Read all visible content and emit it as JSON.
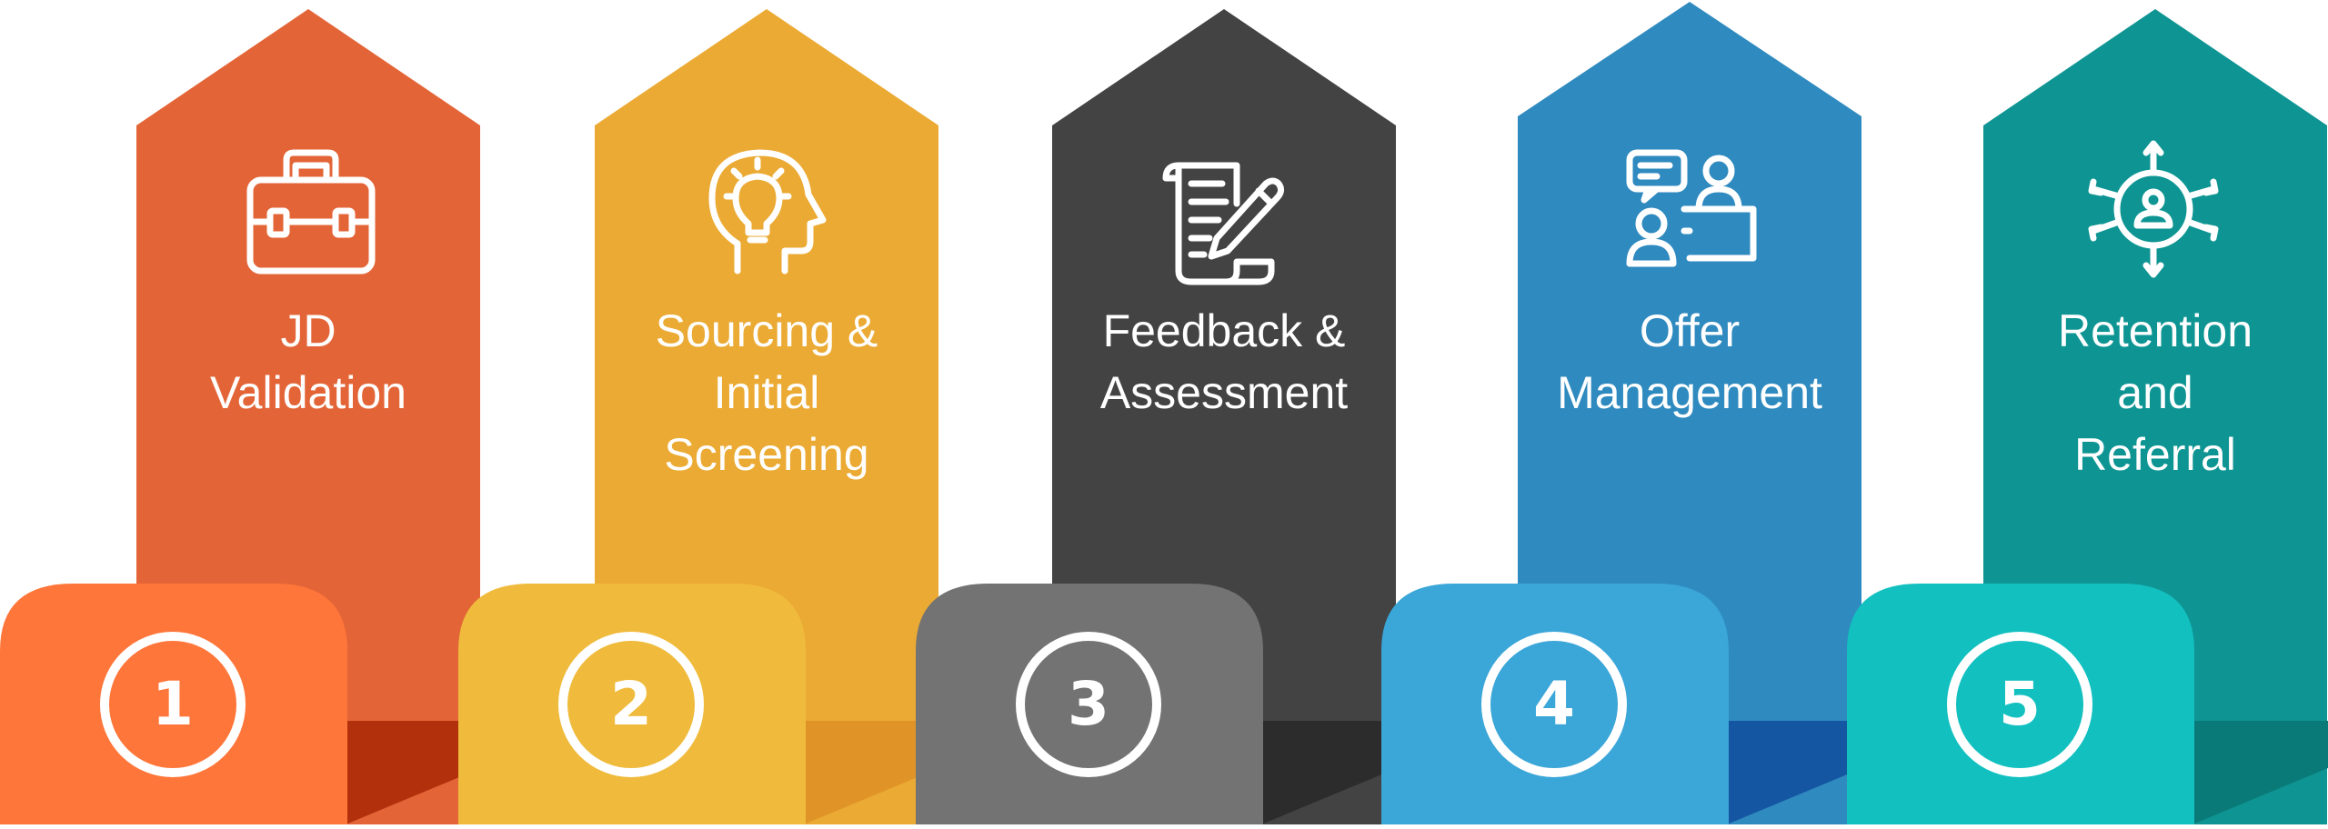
{
  "steps": [
    {
      "number": "1",
      "label_lines": [
        "JD",
        "Validation"
      ],
      "icon": "briefcase-icon",
      "colors": {
        "arrow": "#E36537",
        "tab": "#FF763A",
        "fold": "#B2300C"
      }
    },
    {
      "number": "2",
      "label_lines": [
        "Sourcing &",
        "Initial",
        "Screening"
      ],
      "icon": "head-lightbulb-icon",
      "colors": {
        "arrow": "#EBAA33",
        "tab": "#F0BB3C",
        "fold": "#E09428"
      }
    },
    {
      "number": "3",
      "label_lines": [
        "Feedback &",
        "Assessment"
      ],
      "icon": "document-pen-icon",
      "colors": {
        "arrow": "#434343",
        "tab": "#737373",
        "fold": "#2C2C2C"
      }
    },
    {
      "number": "4",
      "label_lines": [
        "Offer",
        "Management"
      ],
      "icon": "interview-desk-icon",
      "colors": {
        "arrow": "#2F8ABF",
        "tab": "#3BA6D8",
        "fold": "#1556A2"
      }
    },
    {
      "number": "5",
      "label_lines": [
        "Retention",
        "and",
        "Referral"
      ],
      "icon": "person-network-icon",
      "colors": {
        "arrow": "#0E9593",
        "tab": "#12C0C0",
        "fold": "#0A7A78"
      }
    }
  ]
}
